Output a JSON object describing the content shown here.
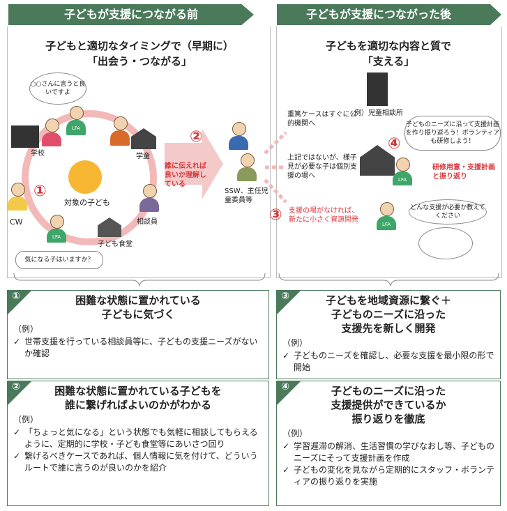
{
  "banners": {
    "before": "子どもが支援につながる前",
    "after": "子どもが支援につながった後"
  },
  "left": {
    "heading1": "子どもと適切なタイミングで（早期に）",
    "heading2": "「出会う・つながる」",
    "bubble_top": "○○さんに言うと良いですよ",
    "bubble_bottom": "気になる子はいますか？",
    "center_label": "対象の子ども",
    "labels": {
      "school": "学校",
      "gakudou": "学童",
      "cw": "CW",
      "soudanin": "相談員",
      "shokudo": "子ども食堂"
    },
    "lfa": "LFA",
    "step2_text": "誰に伝えれば良いか理解している",
    "ssw": "SSW、主任児童委員等",
    "num1": "①",
    "num2": "②"
  },
  "right": {
    "heading1": "子どもを適切な内容と質で",
    "heading2": "「支える」",
    "serious": "重篤ケースはすぐに公的機関へ",
    "jidou": "例）児童相談所",
    "normal": "上記ではないが、様子見が必要な子は個別支援の場へ",
    "bubble4": "子どものニーズに沿って支援計画を作り振り返ろう！ボランティアも研修しよう！",
    "kenshu": "研修用意・支援計画と振り返り",
    "no_place": "支援の場がなければ、新たに小さく資源開発",
    "bubble3": "どんな支援が必要か教えてください",
    "lfa": "LFA",
    "num3": "③",
    "num4": "④"
  },
  "boxes": [
    {
      "num": "①",
      "title": "困難な状態に置かれている\n子どもに気づく",
      "ex": "（例）",
      "items": [
        "世帯支援を行っている相談員等に、子どもの支援ニーズがないか確認"
      ]
    },
    {
      "num": "②",
      "title": "困難な状態に置かれている子どもを\n誰に繋げればよいのかがわかる",
      "ex": "（例）",
      "items": [
        "「ちょっと気になる」という状態でも気軽に相談してもらえるように、定期的に学校・子ども食堂等にあいさつ回り",
        "繋げるべきケースであれば、個人情報に気を付けて、どういうルートで誰に言うのが良いのかを紹介"
      ]
    },
    {
      "num": "③",
      "title": "子どもを地域資源に繋ぐ＋\n子どものニーズに沿った\n支援先を新しく開発",
      "ex": "（例）",
      "items": [
        "子どものニーズを確認し、必要な支援を最小限の形で開始"
      ]
    },
    {
      "num": "④",
      "title": "子どものニーズに沿った\n支援提供ができているか\n振り返りを徹底",
      "ex": "（例）",
      "items": [
        "学習遅滞の解消、生活習慣の学びなおし等、子どものニーズにそって支援計画を作成",
        "子どもの変化を見ながら定期的にスタッフ・ボランティアの振り返りを実施"
      ]
    }
  ]
}
